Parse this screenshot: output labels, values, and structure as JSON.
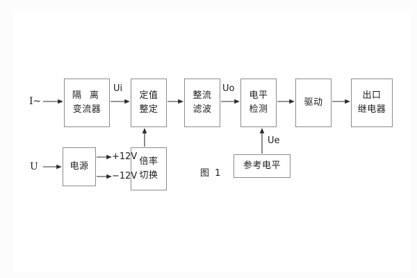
{
  "diagram": {
    "caption": "图 1",
    "blocks": [
      {
        "id": "isolation",
        "lines": [
          "隔 离",
          "变流器"
        ]
      },
      {
        "id": "setting",
        "lines": [
          "定值",
          "整定"
        ]
      },
      {
        "id": "rectifier",
        "lines": [
          "整流",
          "滤波"
        ]
      },
      {
        "id": "level",
        "lines": [
          "电平",
          "检测"
        ]
      },
      {
        "id": "drive",
        "lines": [
          "驱动"
        ]
      },
      {
        "id": "output",
        "lines": [
          "出口",
          "继电器"
        ]
      },
      {
        "id": "power",
        "lines": [
          "电源"
        ]
      },
      {
        "id": "multiplier",
        "lines": [
          "倍率",
          "切换"
        ]
      },
      {
        "id": "reference",
        "lines": [
          "参考电平"
        ]
      }
    ],
    "signals": {
      "current_input": "I~",
      "voltage_input": "U",
      "ui": "Ui",
      "uo": "Uo",
      "ue": "Ue",
      "rail_positive": "+12V",
      "rail_negative": "−12V"
    },
    "colors": {
      "background": "#ffffff",
      "box_border": "#8a8a8a",
      "text": "#1b1b1b",
      "line": "#2b2b2b"
    }
  }
}
